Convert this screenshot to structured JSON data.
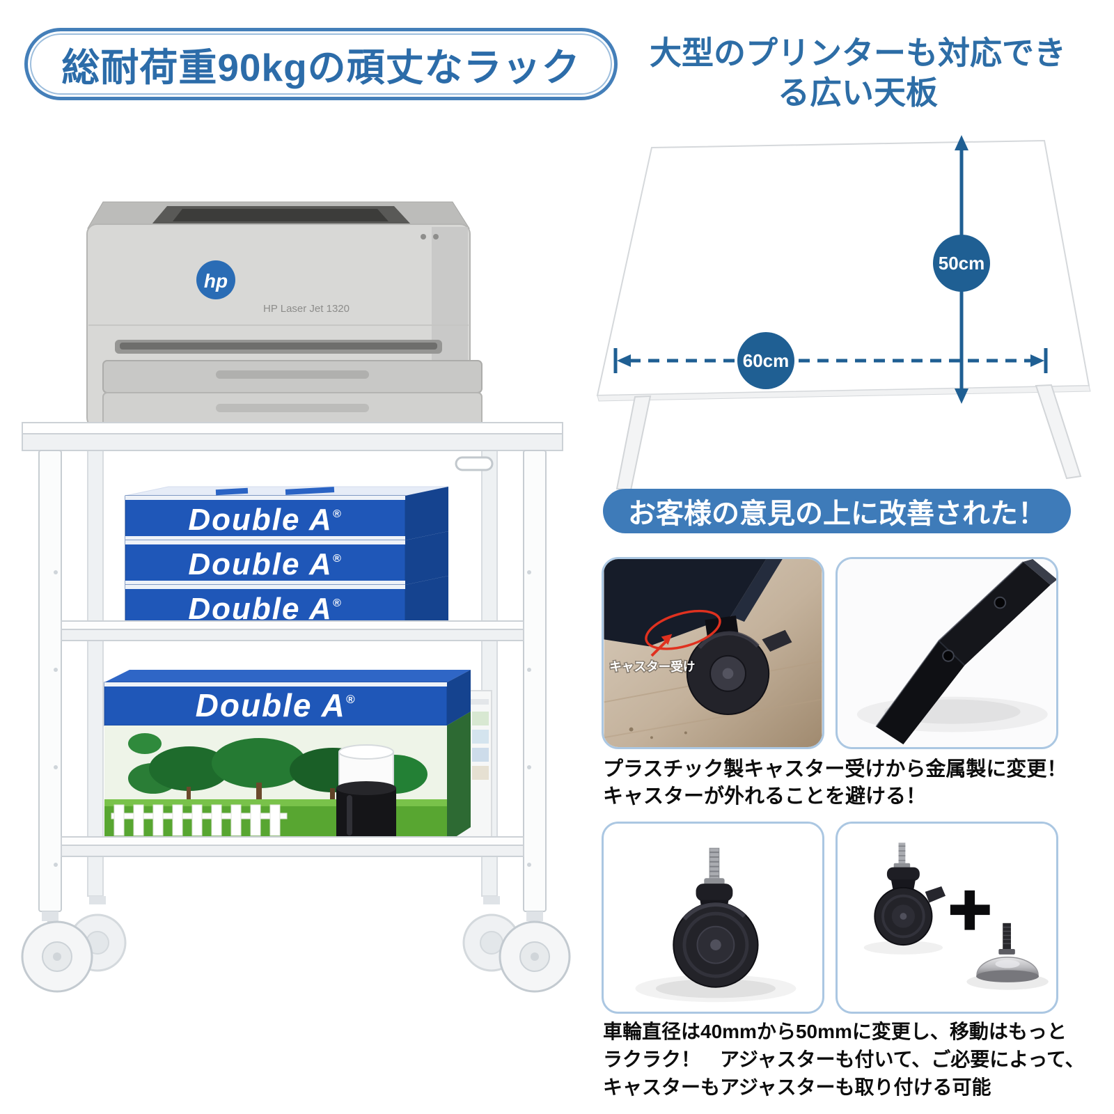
{
  "colors": {
    "accent_blue": "#2d6da6",
    "dimension_blue": "#1f5f93",
    "banner_blue": "#3e7bb9",
    "tile_border_blue": "#abc7e2",
    "paper_brand_blue": "#1f57b8",
    "annotation_red": "#e0311f",
    "text_black": "#0d0d0d"
  },
  "header": {
    "badge": "総耐荷重90kgの頑丈なラック",
    "title_line1": "大型のプリンターも対応でき",
    "title_line2": "る広い天板"
  },
  "tabletop": {
    "depth": "50cm",
    "width": "60cm"
  },
  "banner": "お客様の意見の上に改善された！",
  "caster": {
    "annotation": "キャスター受け",
    "plus": "+"
  },
  "desc": {
    "line1": "プラスチック製キャスター受けから金属製に変更！",
    "line2": "キャスターが外れることを避ける！"
  },
  "bottom": {
    "line1": "車輪直径は40mmから50mmに変更し、移動はもっと",
    "line2": "ラクラク！　アジャスターも付いて、ご必要によって、",
    "line3": "キャスターもアジャスターも取り付ける可能"
  },
  "printer": {
    "logo": "hp",
    "model": "HP Laser Jet 1320"
  },
  "paper": {
    "brand": "Double A",
    "reg": "®"
  }
}
